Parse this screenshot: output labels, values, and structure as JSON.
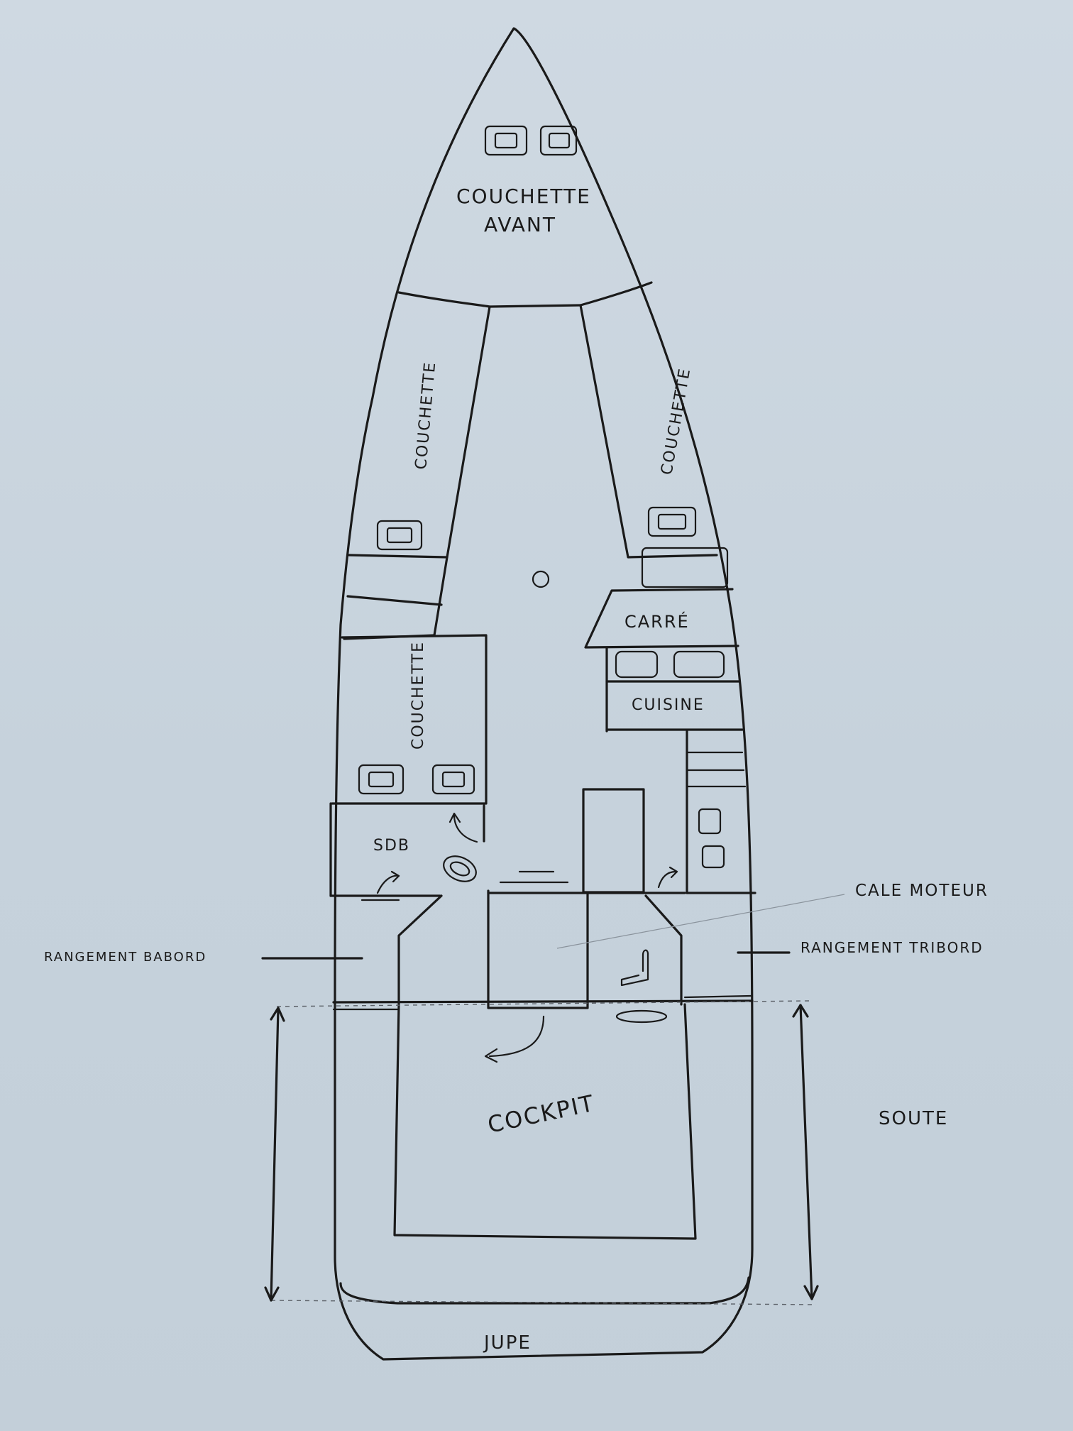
{
  "labels": {
    "bow_berth_line1": "COUCHETTE",
    "bow_berth_line2": "AVANT",
    "berth_port_fwd": "COUCHETTE",
    "berth_stbd_fwd": "COUCHETTE",
    "berth_port_aft": "COUCHETTE",
    "saloon": "CARRÉ",
    "galley": "CUISINE",
    "bathroom": "SDB",
    "engine_bay": "CALE MOTEUR",
    "port_storage": "RANGEMENT BABORD",
    "stbd_storage": "RANGEMENT TRIBORD",
    "cockpit": "COCKPIT",
    "hold": "SOUTE",
    "swim_platform": "JUPE"
  }
}
